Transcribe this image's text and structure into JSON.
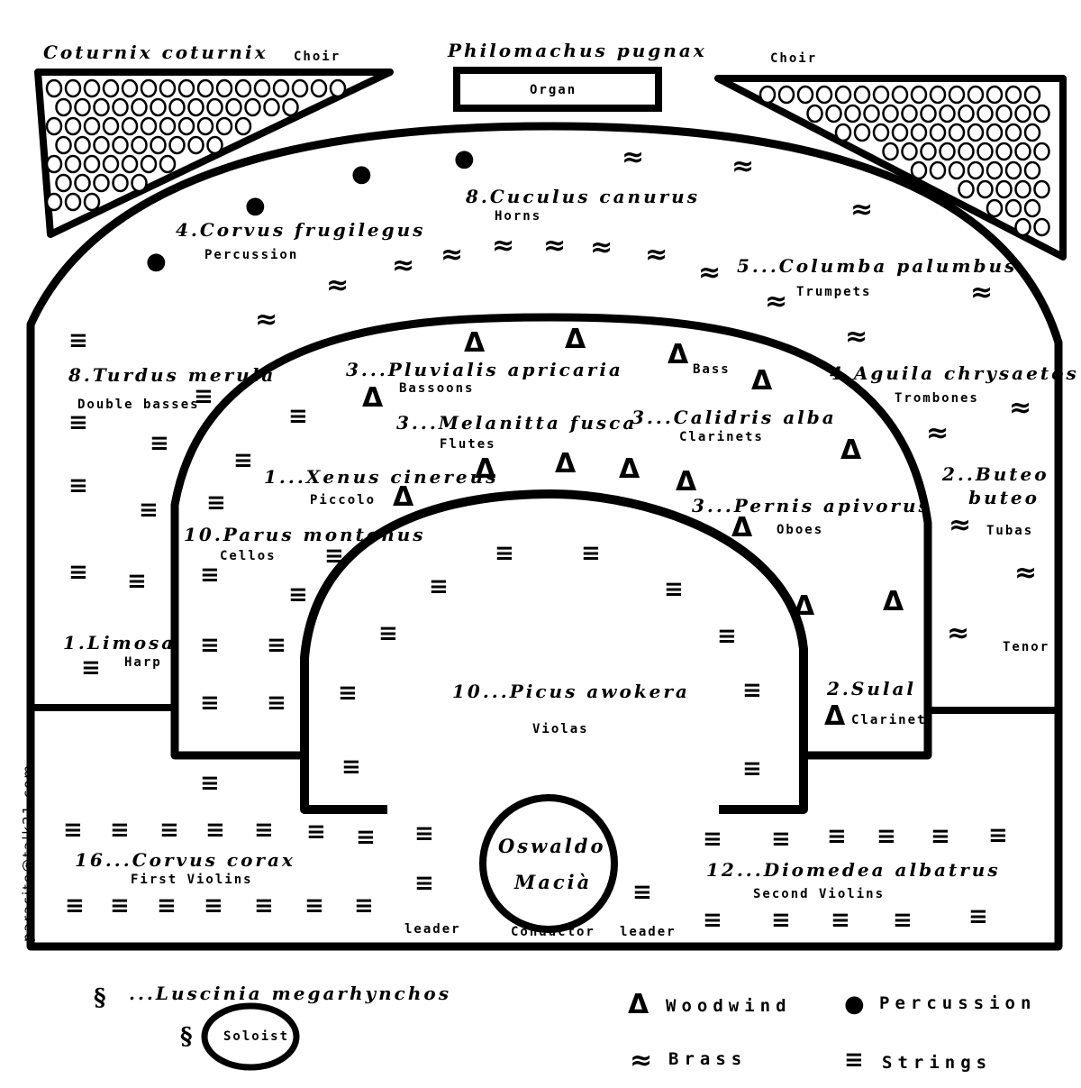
{
  "side_text": "parasite@talk21.com",
  "top": {
    "left_species": "Coturnix coturnix",
    "left_choir": "Choir",
    "center_species": "Philomachus pugnax",
    "organ": "Organ",
    "right_choir": "Choir"
  },
  "sections": [
    {
      "species": "8.Cuculus canurus",
      "instrument": "Horns"
    },
    {
      "species": "4.Corvus frugilegus",
      "instrument": "Percussion"
    },
    {
      "species": "5...Columba palumbus",
      "instrument": "Trumpets"
    },
    {
      "species": "8.Turdus merula",
      "instrument": "Double basses"
    },
    {
      "species": "3...Pluvialis apricaria",
      "instrument": "Bassoons"
    },
    {
      "species": "",
      "instrument": "Bass"
    },
    {
      "species": "4.Aguila chrysaetos",
      "instrument": "Trombones"
    },
    {
      "species": "3...Melanitta fusca",
      "instrument": "Flutes"
    },
    {
      "species": "3...Calidris alba",
      "instrument": "Clarinets"
    },
    {
      "species": "1...Xenus cinereus",
      "instrument": "Piccolo"
    },
    {
      "species": "2..Buteo buteo",
      "instrument": "Tubas"
    },
    {
      "species": "3...Pernis apivorus",
      "instrument": "Oboes"
    },
    {
      "species": "10.Parus montonus",
      "instrument": "Cellos"
    },
    {
      "species": "1.Limosa",
      "instrument": "Harp"
    },
    {
      "species": "",
      "instrument": "Tenor"
    },
    {
      "species": "10...Picus awokera",
      "instrument": "Violas"
    },
    {
      "species": "2.Sulal",
      "instrument": "Clarinet"
    },
    {
      "species": "16...Corvus corax",
      "instrument": "First Violins"
    },
    {
      "species": "12...Diomedea albatrus",
      "instrument": "Second Violins"
    }
  ],
  "conductor": {
    "line1": "Oswaldo",
    "line2": "Macià",
    "label": "Conductor"
  },
  "leader_left": "leader",
  "leader_right": "leader",
  "soloist": {
    "species": "...Luscinia megarhynchos",
    "label": "Soloist"
  },
  "legend": {
    "woodwind": "Woodwind",
    "percussion": "Percussion",
    "brass": "Brass",
    "strings": "Strings"
  },
  "icons": {
    "strings": "strings-icon",
    "brass": "brass-icon",
    "woodwind": "woodwind-icon",
    "percussion": "percussion-icon",
    "soloist": "soloist-icon"
  }
}
